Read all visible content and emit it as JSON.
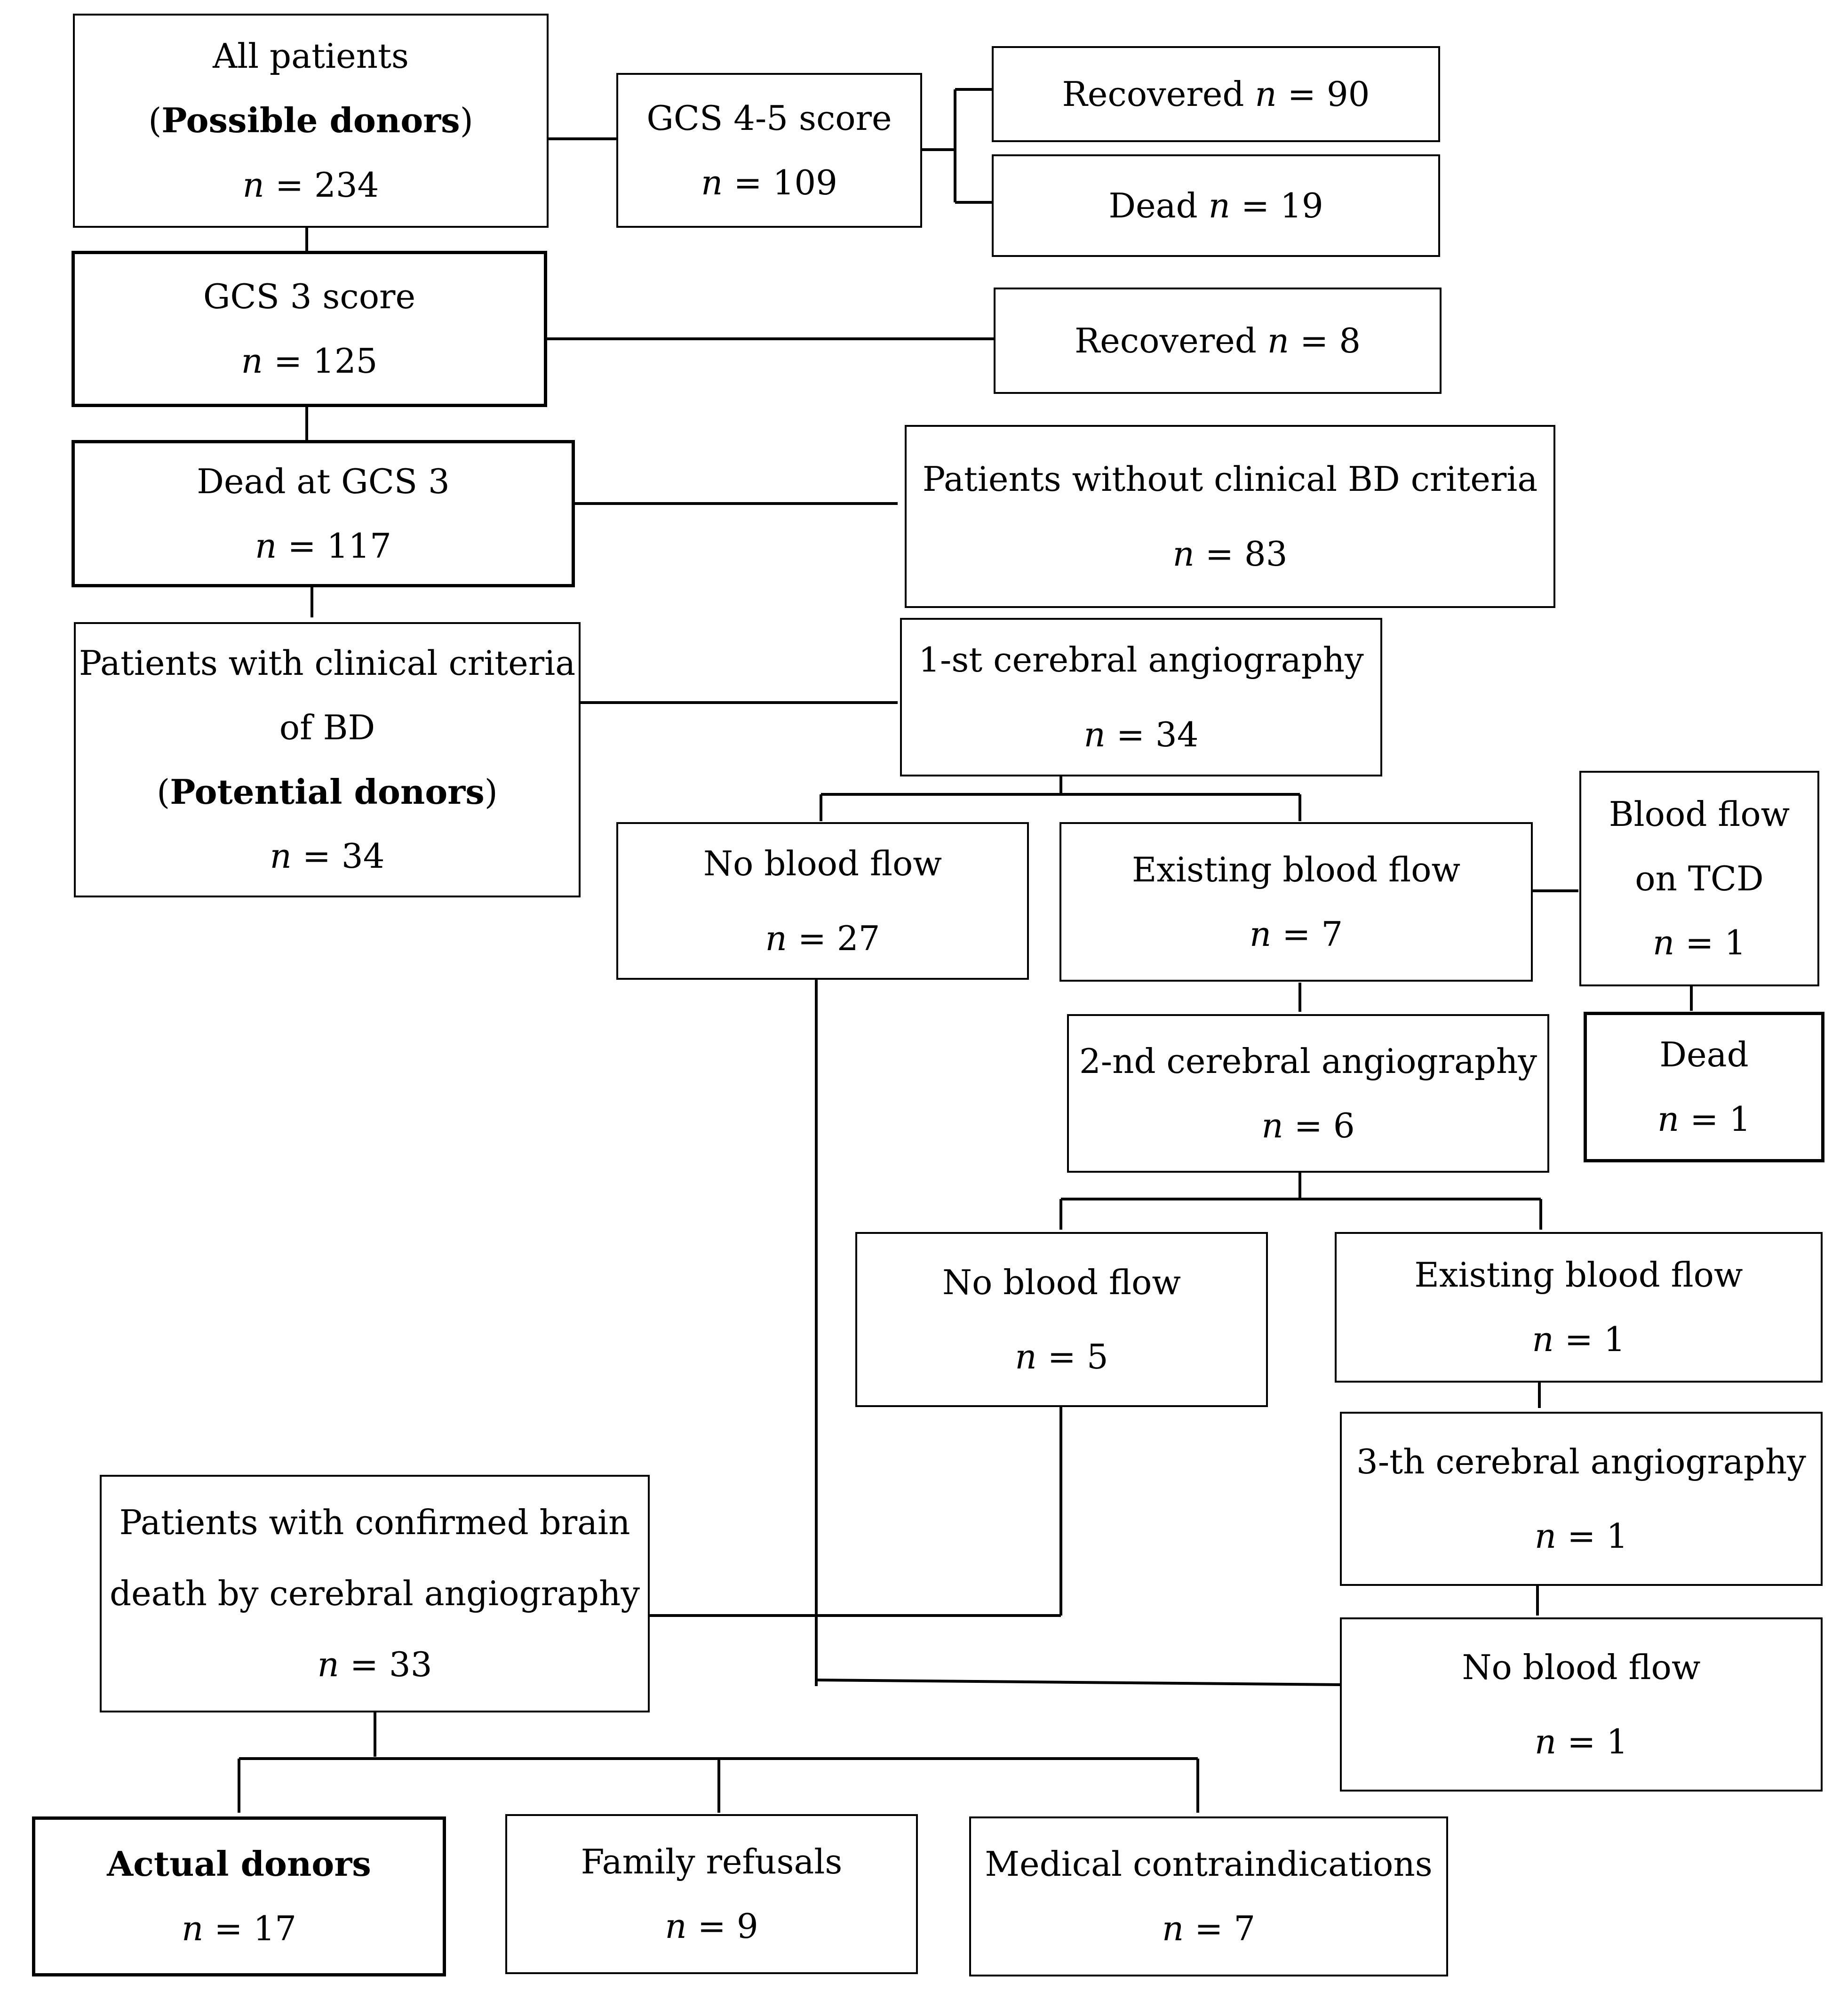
{
  "nodes": {
    "all_patients": {
      "line1": "All patients",
      "line2_open": "(",
      "line2_bold": "Possible donors",
      "line2_close": ")",
      "n_label": "n",
      "n_value": "= 234"
    },
    "gcs45": {
      "line1": "GCS 4-5 score",
      "n_label": "n",
      "n_value": "= 109"
    },
    "recovered90": {
      "text": "Recovered",
      "n_label": "n",
      "n_value": "= 90"
    },
    "dead19": {
      "text": "Dead",
      "n_label": "n",
      "n_value": "= 19"
    },
    "gcs3": {
      "line1": "GCS 3 score",
      "n_label": "n",
      "n_value": "= 125"
    },
    "recovered8": {
      "text": "Recovered",
      "n_label": "n",
      "n_value": "= 8"
    },
    "dead_gcs3": {
      "line1": "Dead at GCS 3",
      "n_label": "n",
      "n_value": "= 117"
    },
    "without_bd": {
      "line1": "Patients without clinical BD criteria",
      "n_label": "n",
      "n_value": "= 83"
    },
    "potential": {
      "line1": "Patients with clinical criteria",
      "line2": "of BD",
      "line3_open": "(",
      "line3_bold": "Potential donors",
      "line3_close": ")",
      "n_label": "n",
      "n_value": "= 34"
    },
    "angio1": {
      "line1": "1-st cerebral angiography",
      "n_label": "n",
      "n_value": "= 34"
    },
    "noflow27": {
      "line1": "No blood flow",
      "n_label": "n",
      "n_value": "= 27"
    },
    "flow7": {
      "line1": "Existing blood flow",
      "n_label": "n",
      "n_value": "= 7"
    },
    "tcd": {
      "line1": "Blood flow",
      "line2": "on TCD",
      "n_label": "n",
      "n_value": "= 1"
    },
    "dead1": {
      "line1": "Dead",
      "n_label": "n",
      "n_value": "= 1"
    },
    "angio2": {
      "line1": "2-nd cerebral angiography",
      "n_label": "n",
      "n_value": "= 6"
    },
    "noflow5": {
      "line1": "No blood flow",
      "n_label": "n",
      "n_value": "= 5"
    },
    "flow1": {
      "line1": "Existing blood flow",
      "n_label": "n",
      "n_value": "= 1"
    },
    "angio3": {
      "line1": "3-th cerebral angiography",
      "n_label": "n",
      "n_value": "= 1"
    },
    "noflow1": {
      "line1": "No blood flow",
      "n_label": "n",
      "n_value": "= 1"
    },
    "confirmed": {
      "line1": "Patients with confirmed brain",
      "line2": "death by cerebral angiography",
      "n_label": "n",
      "n_value": "= 33"
    },
    "actual": {
      "line1": "Actual donors",
      "n_label": "n",
      "n_value": "= 17"
    },
    "refusals": {
      "line1": "Family refusals",
      "n_label": "n",
      "n_value": "= 9"
    },
    "contra": {
      "line1": "Medical contraindications",
      "n_label": "n",
      "n_value": "= 7"
    }
  }
}
